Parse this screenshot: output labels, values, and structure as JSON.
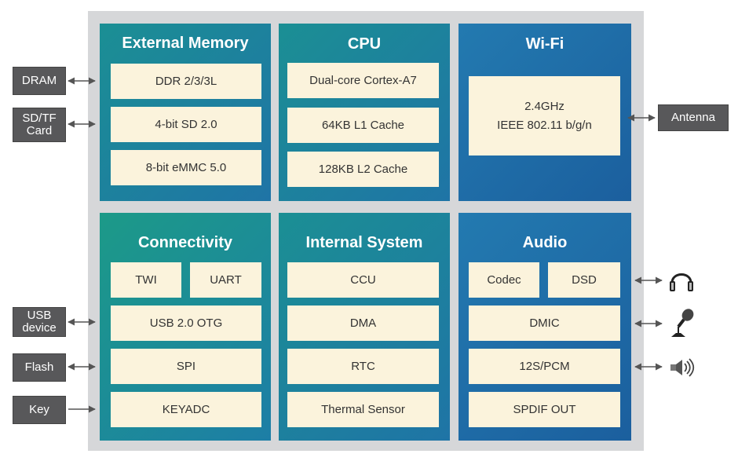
{
  "blocks": {
    "external_memory": {
      "title": "External Memory",
      "items": [
        "DDR 2/3/3L",
        "4-bit SD 2.0",
        "8-bit eMMC 5.0"
      ]
    },
    "cpu": {
      "title": "CPU",
      "items": [
        "Dual-core Cortex-A7",
        "64KB L1 Cache",
        "128KB L2 Cache"
      ]
    },
    "wifi": {
      "title": "Wi-Fi",
      "line1": "2.4GHz",
      "line2": "IEEE 802.11 b/g/n"
    },
    "connectivity": {
      "title": "Connectivity",
      "twi": "TWI",
      "uart": "UART",
      "items": [
        "USB 2.0 OTG",
        "SPI",
        "KEYADC"
      ]
    },
    "internal_system": {
      "title": "Internal System",
      "items": [
        "CCU",
        "DMA",
        "RTC",
        "Thermal Sensor"
      ]
    },
    "audio": {
      "title": "Audio",
      "codec": "Codec",
      "dsd": "DSD",
      "items": [
        "DMIC",
        "12S/PCM",
        "SPDIF OUT"
      ]
    }
  },
  "external": {
    "dram": "DRAM",
    "sdtf_line1": "SD/TF",
    "sdtf_line2": "Card",
    "usb_line1": "USB",
    "usb_line2": "device",
    "flash": "Flash",
    "key": "Key",
    "antenna": "Antenna"
  },
  "icons": [
    "headphones-icon",
    "microphone-icon",
    "speaker-icon"
  ]
}
